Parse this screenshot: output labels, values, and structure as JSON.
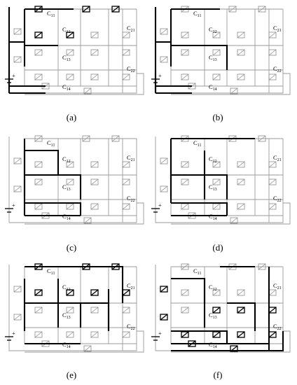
{
  "figure": {
    "panels": [
      {
        "caption": "(a)"
      },
      {
        "caption": "(b)"
      },
      {
        "caption": "(c)"
      },
      {
        "caption": "(d)"
      },
      {
        "caption": "(e)"
      },
      {
        "caption": "(f)"
      }
    ],
    "capacitors": [
      {
        "base": "C",
        "sub": "11"
      },
      {
        "base": "C",
        "sub": "12"
      },
      {
        "base": "C",
        "sub": "13"
      },
      {
        "base": "C",
        "sub": "14"
      },
      {
        "base": "C",
        "sub": "21"
      },
      {
        "base": "C",
        "sub": "22"
      }
    ],
    "source_polarity": "+"
  }
}
